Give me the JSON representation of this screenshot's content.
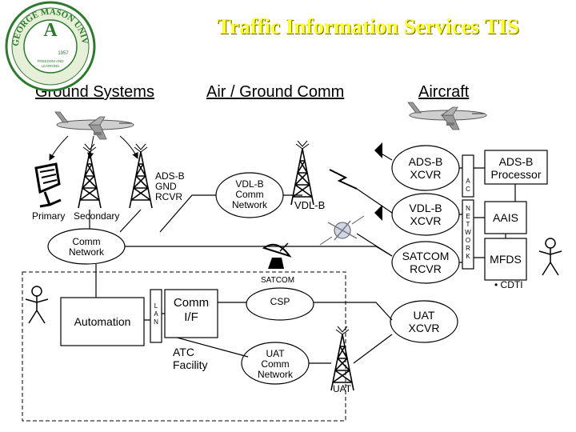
{
  "title": "Traffic Information Services TIS",
  "logo": {
    "ring_text": "GEORGE MASON UNIVERSITY",
    "inner_lines": [
      "FREEDOM AND",
      "LEARNING"
    ],
    "year": "1957"
  },
  "headers": {
    "ground": "Ground Systems",
    "air_ground": "Air / Ground Comm",
    "aircraft": "Aircraft"
  },
  "ground": {
    "primary_label": "Primary",
    "secondary_label": "Secondary",
    "adsb_gnd_rcvr": [
      "ADS-B",
      "GND",
      "RCVR"
    ],
    "comm_network": [
      "Comm",
      "Network"
    ],
    "automation": "Automation",
    "lan": [
      "L",
      "A",
      "N"
    ],
    "comm_if": [
      "Comm",
      "I/F"
    ],
    "atc_facility": [
      "ATC",
      "Facility"
    ]
  },
  "air_ground": {
    "vdlb_network": [
      "VDL-B",
      "Comm",
      "Network"
    ],
    "vdlb": "VDL-B",
    "satcom": "SATCOM",
    "csp": "CSP",
    "uat_network": [
      "UAT",
      "Comm",
      "Network"
    ],
    "uat": "UAT"
  },
  "aircraft": {
    "adsb_xcvr": [
      "ADS-B",
      "XCVR"
    ],
    "vdlb_xcvr": [
      "VDL-B",
      "XCVR"
    ],
    "satcom_rcvr": [
      "SATCOM",
      "RCVR"
    ],
    "uat_xcvr": [
      "UAT",
      "XCVR"
    ],
    "ac_bus": [
      "A",
      "C"
    ],
    "network_bus": [
      "N",
      "E",
      "T",
      "W",
      "O",
      "R",
      "K"
    ],
    "adsb_processor": [
      "ADS-B",
      "Processor"
    ],
    "aais": "AAIS",
    "mfds": "MFDS",
    "cdti": "• CDTI"
  }
}
